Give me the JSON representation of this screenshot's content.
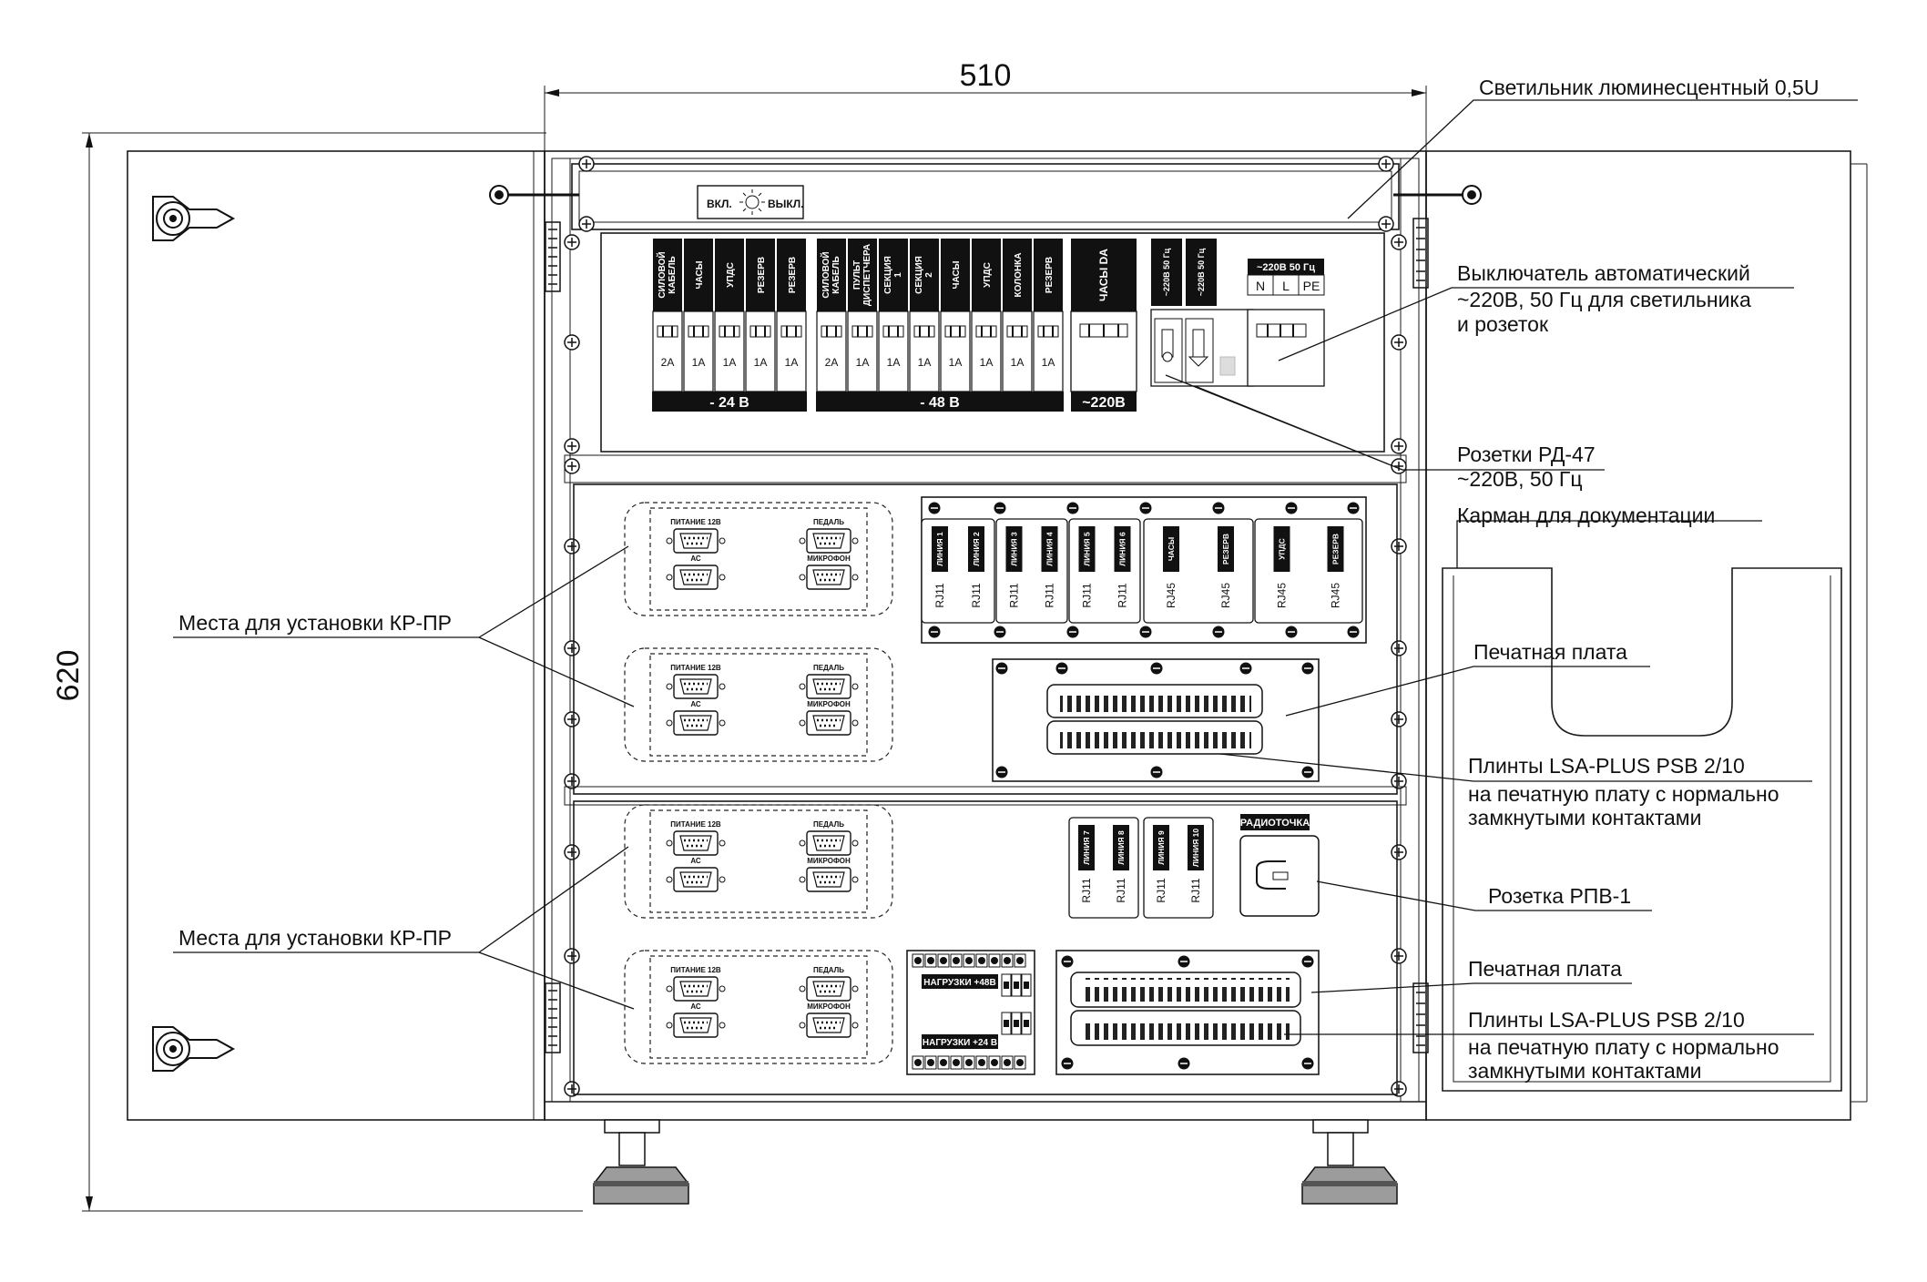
{
  "dimensions": {
    "width": "510",
    "height": "620"
  },
  "callouts": {
    "lamp": "Светильник люминесцентный 0,5U",
    "breaker_line1": "Выключатель автоматический",
    "breaker_line2": "~220В, 50 Гц для светильника",
    "breaker_line3": "и розеток",
    "sockets_line1": "Розетки РД-47",
    "sockets_line2": "~220В, 50 Гц",
    "doc_pocket": "Карман для документации",
    "pcb_top": "Печатная плата",
    "lsa_top_line1": "Плинты LSA-PLUS PSB 2/10",
    "lsa_top_line2": "на печатную плату с нормально",
    "lsa_top_line3": "замкнутыми контактами",
    "rpv": "Розетка РПВ-1",
    "pcb_bottom": "Печатная плата",
    "lsa_bottom_line1": "Плинты LSA-PLUS PSB 2/10",
    "lsa_bottom_line2": "на печатную плату с нормально",
    "lsa_bottom_line3": "замкнутыми контактами",
    "kr_pr_top": "Места для установки КР-ПР",
    "kr_pr_bottom": "Места для установки КР-ПР"
  },
  "lamp_switch": {
    "on": "ВКЛ.",
    "off": "ВЫКЛ."
  },
  "breakers_24v": {
    "bus": "- 24 В",
    "items": [
      {
        "name": "СИЛОВОЙ КАБЕЛЬ",
        "rating": "2А"
      },
      {
        "name": "ЧАСЫ",
        "rating": "1А"
      },
      {
        "name": "УПДС",
        "rating": "1А"
      },
      {
        "name": "РЕЗЕРВ",
        "rating": "1А"
      },
      {
        "name": "РЕЗЕРВ",
        "rating": "1А"
      }
    ]
  },
  "breakers_48v": {
    "bus": "- 48 В",
    "items": [
      {
        "name": "СИЛОВОЙ КАБЕЛЬ",
        "rating": "2А"
      },
      {
        "name": "ПУЛЬТ ДИСПЕТЧЕРА",
        "rating": "1А"
      },
      {
        "name": "СЕКЦИЯ 1",
        "rating": "1А"
      },
      {
        "name": "СЕКЦИЯ 2",
        "rating": "1А"
      },
      {
        "name": "ЧАСЫ",
        "rating": "1А"
      },
      {
        "name": "УПДС",
        "rating": "1А"
      },
      {
        "name": "КОЛОНКА",
        "rating": "1А"
      },
      {
        "name": "РЕЗЕРВ",
        "rating": "1А"
      }
    ]
  },
  "breaker_220v": {
    "name": "ЧАСЫ DA",
    "bus": "~220В"
  },
  "socket_labels": [
    "~220В 50 Гц",
    "~220В 50 Гц"
  ],
  "breaker_lamp": {
    "header": "~220В 50 Гц",
    "terminals": [
      "N",
      "L",
      "PE"
    ]
  },
  "kr_pr_connectors": {
    "power": "ПИТАНИЕ 12В",
    "pedal": "ПЕДАЛЬ",
    "speaker": "АС",
    "mic": "МИКРОФОН"
  },
  "rj_panel_top": [
    {
      "label": "ЛИНИЯ 1",
      "jack": "RJ11"
    },
    {
      "label": "ЛИНИЯ 2",
      "jack": "RJ11"
    },
    {
      "label": "ЛИНИЯ 3",
      "jack": "RJ11"
    },
    {
      "label": "ЛИНИЯ 4",
      "jack": "RJ11"
    },
    {
      "label": "ЛИНИЯ 5",
      "jack": "RJ11"
    },
    {
      "label": "ЛИНИЯ 6",
      "jack": "RJ11"
    },
    {
      "label": "ЧАСЫ",
      "jack": "RJ45"
    },
    {
      "label": "РЕЗЕРВ",
      "jack": "RJ45"
    },
    {
      "label": "УПДС",
      "jack": "RJ45"
    },
    {
      "label": "РЕЗЕРВ",
      "jack": "RJ45"
    }
  ],
  "rj_panel_bottom": [
    {
      "label": "ЛИНИЯ 7",
      "jack": "RJ11"
    },
    {
      "label": "ЛИНИЯ 8",
      "jack": "RJ11"
    },
    {
      "label": "ЛИНИЯ 9",
      "jack": "RJ11"
    },
    {
      "label": "ЛИНИЯ 10",
      "jack": "RJ11"
    }
  ],
  "radio_point": "РАДИОТОЧКА",
  "load_terminals": {
    "load48": "НАГРУЗКИ +48В",
    "load24": "НАГРУЗКИ +24 В"
  }
}
